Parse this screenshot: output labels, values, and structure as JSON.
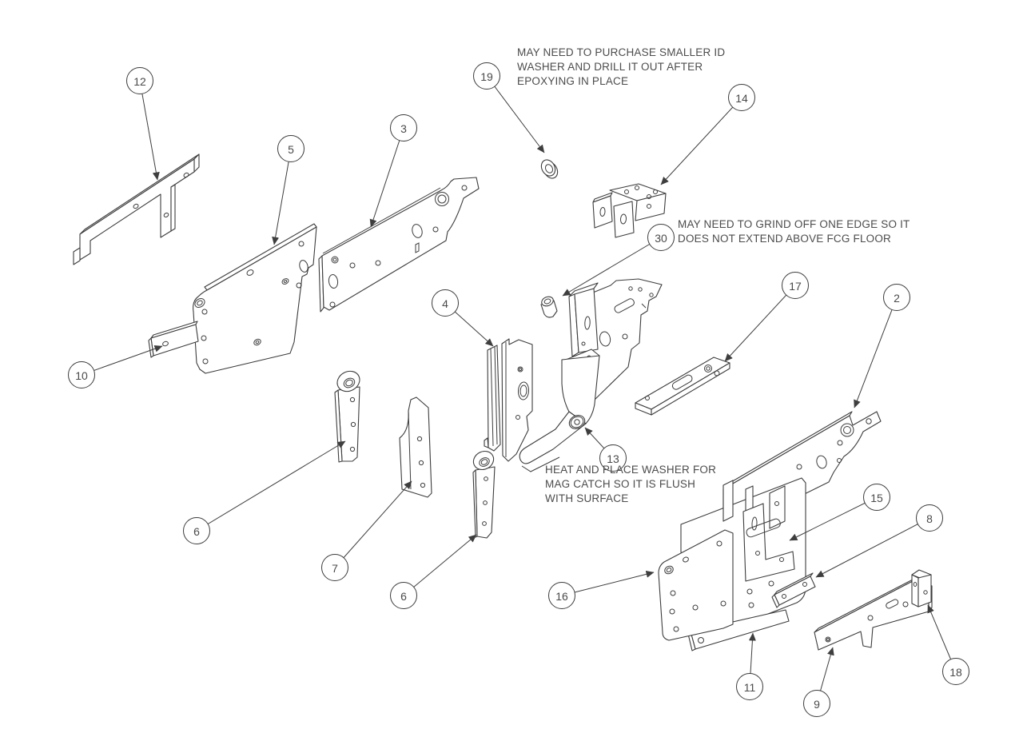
{
  "drawing_title": "",
  "colors": {
    "background": "#ffffff",
    "line": "#3c3c3c",
    "text": "#4c4c4c"
  },
  "balloons": [
    {
      "label": "12"
    },
    {
      "label": "5"
    },
    {
      "label": "3"
    },
    {
      "label": "19"
    },
    {
      "label": "14"
    },
    {
      "label": "30"
    },
    {
      "label": "17"
    },
    {
      "label": "2"
    },
    {
      "label": "4"
    },
    {
      "label": "10"
    },
    {
      "label": "6"
    },
    {
      "label": "7"
    },
    {
      "label": "6"
    },
    {
      "label": "13"
    },
    {
      "label": "16"
    },
    {
      "label": "15"
    },
    {
      "label": "8"
    },
    {
      "label": "11"
    },
    {
      "label": "9"
    },
    {
      "label": "18"
    }
  ],
  "notes": {
    "washer": "MAY NEED TO PURCHASE SMALLER ID\nWASHER AND DRILL IT OUT AFTER\nEPOXYING IN PLACE",
    "grind": "MAY NEED TO GRIND OFF ONE EDGE SO IT\nDOES NOT EXTEND ABOVE FCG FLOOR",
    "mag_catch": "HEAT AND PLACE WASHER FOR\nMAG CATCH SO IT IS FLUSH\nWITH SURFACE"
  }
}
